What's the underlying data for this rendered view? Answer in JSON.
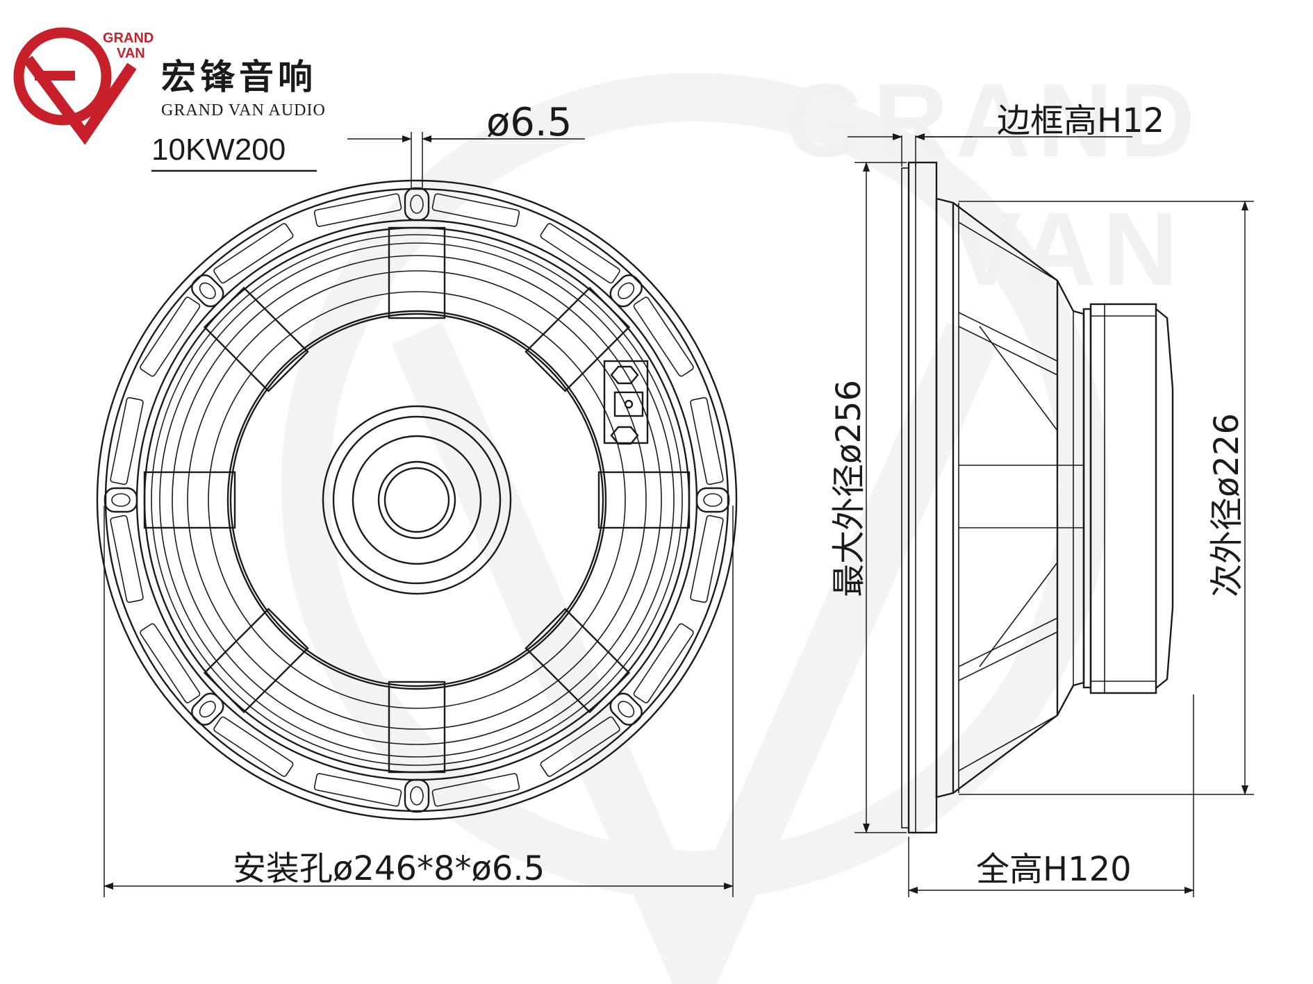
{
  "brand": {
    "logo_top_text": "GRAND",
    "logo_bottom_text": "VAN",
    "chinese_name": "宏锋音响",
    "english_name": "GRAND VAN AUDIO",
    "model": "10KW200",
    "colors": {
      "logo_red": "#c8202b",
      "line": "#1a1a1a",
      "watermark": "#f1f1f1"
    }
  },
  "watermark": {
    "line1": "GRAND",
    "line2": "VAN"
  },
  "front_view": {
    "hole_dim": "ø6.5",
    "mounting": "安装孔ø246*8*ø6.5"
  },
  "side_view": {
    "frame_height": "边框高H12",
    "max_diameter": "最大外径ø256",
    "secondary_diameter": "次外径ø226",
    "total_height": "全高H120"
  }
}
